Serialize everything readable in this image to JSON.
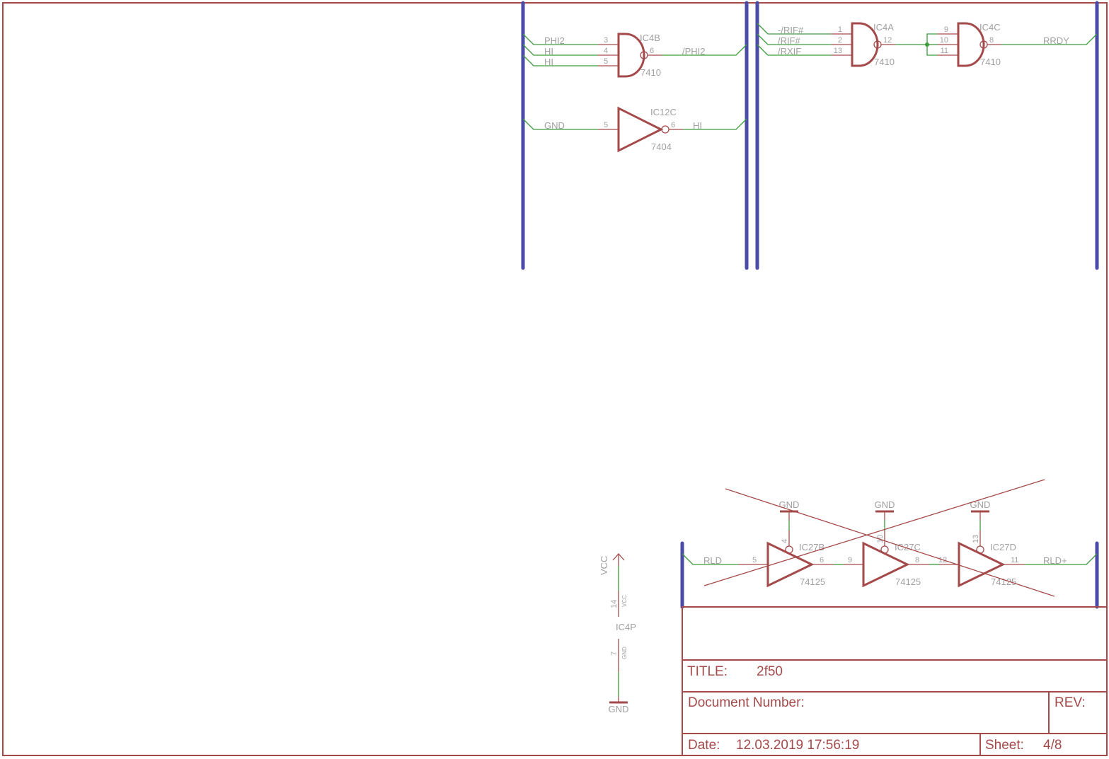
{
  "ic4b": {
    "name": "IC4B",
    "value": "7410",
    "inputs": [
      {
        "net": "PHI2",
        "pin": "3"
      },
      {
        "net": "HI",
        "pin": "4"
      },
      {
        "net": "HI",
        "pin": "5"
      }
    ],
    "out_pin": "6",
    "out_net": "/PHI2"
  },
  "ic12c": {
    "name": "IC12C",
    "value": "7404",
    "in_net": "GND",
    "in_pin": "5",
    "out_pin": "6",
    "out_net": "HI"
  },
  "ic4a": {
    "name": "IC4A",
    "value": "7410",
    "inputs": [
      {
        "net": "-/RIF#",
        "pin": "1"
      },
      {
        "net": "/RIF#",
        "pin": "2"
      },
      {
        "net": "/RXIF",
        "pin": "13"
      }
    ],
    "out_pin": "12"
  },
  "ic4c": {
    "name": "IC4C",
    "value": "7410",
    "inputs": [
      {
        "pin": "9"
      },
      {
        "pin": "10"
      },
      {
        "pin": "11"
      }
    ],
    "out_pin": "8",
    "out_net": "RRDY"
  },
  "buffers": {
    "in_net": "RLD",
    "out_net": "RLD+",
    "gnd": "GND",
    "items": [
      {
        "name": "IC27B",
        "value": "74125",
        "in_pin": "5",
        "out_pin": "6",
        "en_pin": "4"
      },
      {
        "name": "IC27C",
        "value": "74125",
        "in_pin": "9",
        "out_pin": "8",
        "en_pin": "10"
      },
      {
        "name": "IC27D",
        "value": "74125",
        "in_pin": "12",
        "out_pin": "11",
        "en_pin": "13"
      }
    ]
  },
  "ic4p": {
    "name": "IC4P",
    "vcc": "VCC",
    "vcc_pin": "14",
    "vcc_pin_name": "VCC",
    "gnd": "GND",
    "gnd_pin": "7",
    "gnd_pin_name": "GND"
  },
  "titleblock": {
    "title_label": "TITLE:",
    "title": "2f50",
    "docnum_label": "Document Number:",
    "rev_label": "REV:",
    "date_label": "Date:",
    "date": "12.03.2019 17:56:19",
    "sheet_label": "Sheet:",
    "sheet": "4/8"
  }
}
